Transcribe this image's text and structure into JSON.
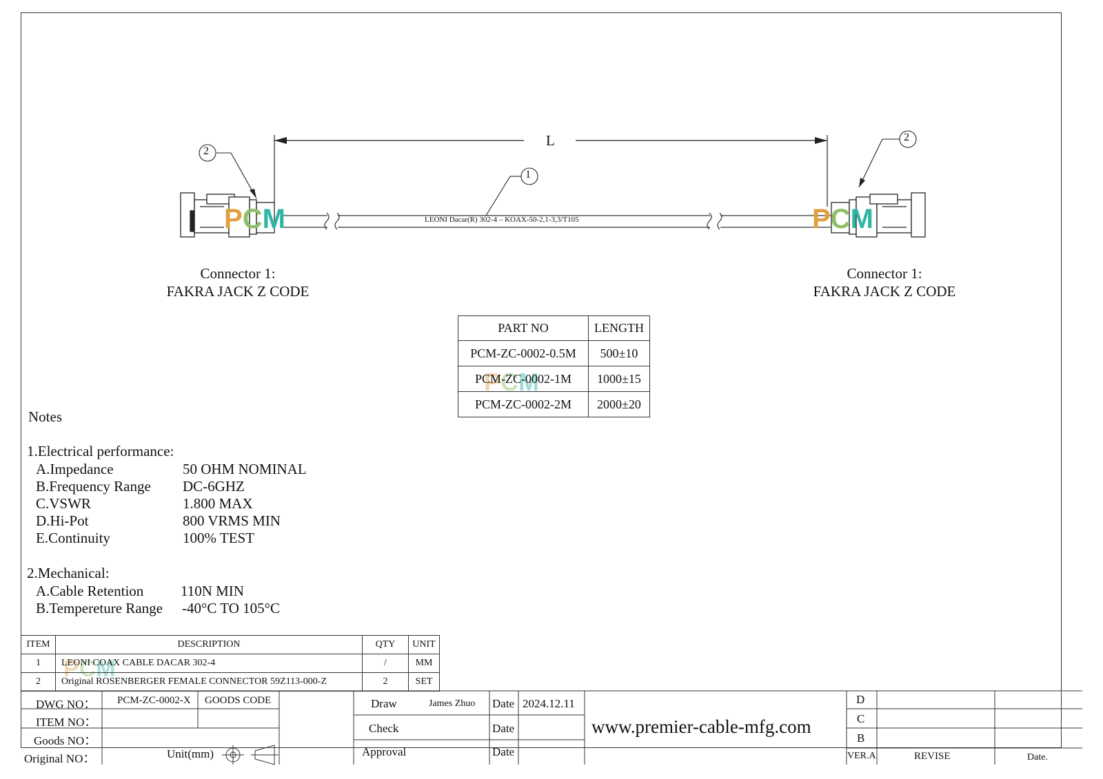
{
  "drawing": {
    "dimension_label": "L",
    "cable_text": "LEONI Dacar(R) 302-4 – KOAX-50-2,1-3,3/T105",
    "callout_cable": "1",
    "callout_left": "2",
    "callout_right": "2",
    "left_connector": {
      "line1": "Connector 1:",
      "line2": "FAKRA JACK Z CODE"
    },
    "right_connector": {
      "line1": "Connector 1:",
      "line2": "FAKRA JACK Z CODE"
    },
    "watermark": {
      "p": "P",
      "c": "C",
      "m": "M"
    }
  },
  "parts_table": {
    "headers": [
      "PART NO",
      "LENGTH"
    ],
    "rows": [
      [
        "PCM-ZC-0002-0.5M",
        "500±10"
      ],
      [
        "PCM-ZC-0002-1M",
        "1000±15"
      ],
      [
        "PCM-ZC-0002-2M",
        "2000±20"
      ]
    ]
  },
  "notes": {
    "title": "Notes",
    "electrical_title": "1.Electrical performance:",
    "electrical": [
      [
        "A.Impedance",
        "50 OHM NOMINAL"
      ],
      [
        "B.Frequency Range",
        "DC-6GHZ"
      ],
      [
        "C.VSWR",
        "1.800 MAX"
      ],
      [
        "D.Hi-Pot",
        "800 VRMS MIN"
      ],
      [
        "E.Continuity",
        "100% TEST"
      ]
    ],
    "mechanical_title": "2.Mechanical:",
    "mechanical": [
      [
        "A.Cable Retention",
        "110N MIN"
      ],
      [
        "B.Tempereture Range",
        "-40°C TO 105°C"
      ]
    ]
  },
  "bom": {
    "headers": [
      "ITEM",
      "DESCRIPTION",
      "QTY",
      "UNIT"
    ],
    "rows": [
      [
        "1",
        "LEONI COAX CABLE DACAR 302-4",
        "/",
        "MM"
      ],
      [
        "2",
        "Original ROSENBERGER FEMALE CONNECTOR 59Z113-000-Z",
        "2",
        "SET"
      ]
    ]
  },
  "title_block": {
    "dwg_no_label": "DWG NO：",
    "dwg_no": "PCM-ZC-0002-X",
    "goods_code_label": "GOODS CODE",
    "item_no_label": "ITEM NO：",
    "goods_no_label": "Goods NO：",
    "original_no_label": "Original NO：",
    "unit_label": "Unit(mm)",
    "draw_label": "Draw",
    "drawer": "James Zhuo",
    "date_label": "Date",
    "date": "2024.12.11",
    "check_label": "Check",
    "approval_label": "Approval",
    "website": "www.premier-cable-mfg.com",
    "rev_d": "D",
    "rev_c": "C",
    "rev_b": "B",
    "ver": "VER.A",
    "revise": "REVISE",
    "rev_date": "Date."
  }
}
